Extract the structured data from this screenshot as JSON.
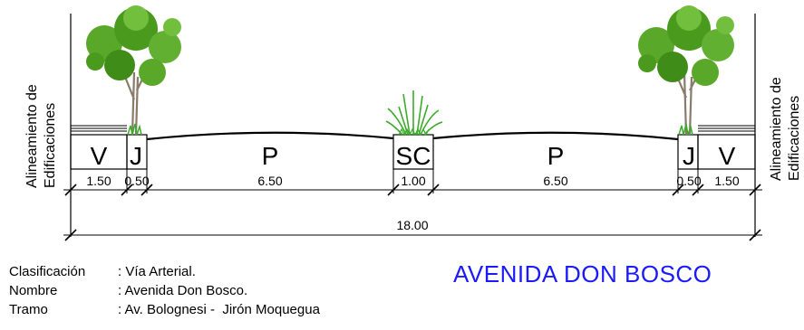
{
  "section": {
    "edge_label_left": [
      "Alineamiento de",
      "Edificaciones"
    ],
    "edge_label_right": [
      "Alineamiento de",
      "Edificaciones"
    ],
    "segments": [
      {
        "code": "V",
        "width": "1.50"
      },
      {
        "code": "J",
        "width": "0.50"
      },
      {
        "code": "P",
        "width": "6.50"
      },
      {
        "code": "SC",
        "width": "1.00"
      },
      {
        "code": "P",
        "width": "6.50"
      },
      {
        "code": "J",
        "width": "0.50"
      },
      {
        "code": "V",
        "width": "1.50"
      }
    ],
    "total_width": "18.00"
  },
  "info": {
    "rows": [
      {
        "label": "Clasificación",
        "value": ": Vía Arterial."
      },
      {
        "label": "Nombre",
        "value": ": Avenida Don Bosco."
      },
      {
        "label": "Tramo",
        "value": ": Av. Bolognesi -  Jirón Moquegua"
      }
    ]
  },
  "title": "AVENIDA  DON BOSCO",
  "colors": {
    "title": "#1a1aff",
    "tree": "#4a9a1e",
    "grass": "#3cab2a",
    "line": "#000000"
  }
}
